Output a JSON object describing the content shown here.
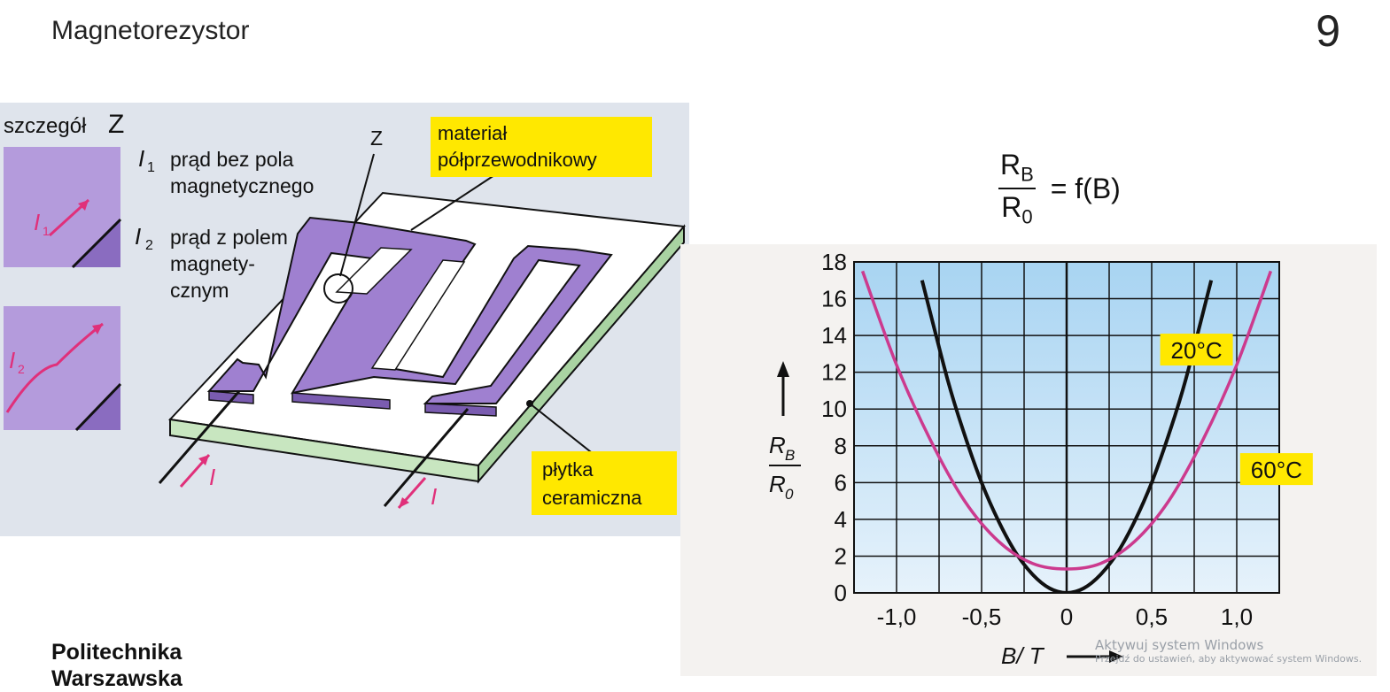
{
  "slide": {
    "title": "Magnetorezystor",
    "page_number": "9"
  },
  "logo": {
    "line1": "Politechnika",
    "line2": "Warszawska"
  },
  "diagram": {
    "detail_label": "szczegół",
    "detail_letter": "Z",
    "i1_symbol": "I",
    "i1_sub": "1",
    "i1_line1": "prąd bez pola",
    "i1_line2": "magnetycznego",
    "i2_symbol": "I",
    "i2_sub": "2",
    "i2_line1": "prąd z polem",
    "i2_line2": "magnety-",
    "i2_line3": "cznym",
    "z_marker": "Z",
    "material_line1": "materiał",
    "material_line2": "półprzewodnikowy",
    "plate_line1": "płytka",
    "plate_line2": "ceramiczna",
    "current_symbol": "I",
    "inset1_symbol": "I",
    "inset1_sub": "1",
    "inset2_symbol": "I",
    "inset2_sub": "2",
    "colors": {
      "semiconductor": "#9f80d0",
      "highlight": "#ffe800",
      "plate_side": "#c8e6c0",
      "arrow": "#e0307a"
    }
  },
  "formula": {
    "num": "R",
    "num_sub": "B",
    "den": "R",
    "den_sub": "0",
    "rhs": "= f(B)"
  },
  "chart_data": {
    "type": "line",
    "xlabel": "B/ T",
    "ylabel_num": "R",
    "ylabel_num_sub": "B",
    "ylabel_den": "R",
    "ylabel_den_sub": "0",
    "xlim": [
      -1.25,
      1.25
    ],
    "ylim": [
      0,
      18
    ],
    "x_ticks": [
      -1.0,
      -0.5,
      0,
      0.5,
      1.0
    ],
    "x_tick_labels": [
      "-1,0",
      "-0,5",
      "0",
      "0,5",
      "1,0"
    ],
    "y_ticks": [
      0,
      2,
      4,
      6,
      8,
      10,
      12,
      14,
      16,
      18
    ],
    "y_tick_labels": [
      "0",
      "2",
      "4",
      "6",
      "8",
      "10",
      "12",
      "14",
      "16",
      "18"
    ],
    "grid": true,
    "series": [
      {
        "name": "20°C",
        "color": "#111111",
        "x": [
          -0.85,
          -0.7,
          -0.6,
          -0.5,
          -0.4,
          -0.3,
          -0.2,
          -0.1,
          0.0,
          0.1,
          0.2,
          0.3,
          0.4,
          0.5,
          0.6,
          0.7,
          0.85
        ],
        "y": [
          17.0,
          11.6,
          8.6,
          6.0,
          3.9,
          2.2,
          1.0,
          0.25,
          0.0,
          0.25,
          1.0,
          2.2,
          3.9,
          6.0,
          8.6,
          11.6,
          17.0
        ]
      },
      {
        "name": "60°C",
        "color": "#cc3a8e",
        "x": [
          -1.2,
          -1.0,
          -0.8,
          -0.6,
          -0.4,
          -0.2,
          0.0,
          0.2,
          0.4,
          0.6,
          0.8,
          1.0,
          1.2
        ],
        "y": [
          17.5,
          12.4,
          8.3,
          5.0,
          2.8,
          1.6,
          1.3,
          1.6,
          2.8,
          5.0,
          8.3,
          12.4,
          17.5
        ]
      }
    ],
    "colors": {
      "plot_bg_top": "#a8d4f2",
      "plot_bg_bottom": "#e6f2fb",
      "label_bg": "#ffe800"
    }
  },
  "watermark": {
    "line1": "Aktywuj system Windows",
    "line2": "Przejdź do ustawień, aby aktywować system Windows."
  }
}
